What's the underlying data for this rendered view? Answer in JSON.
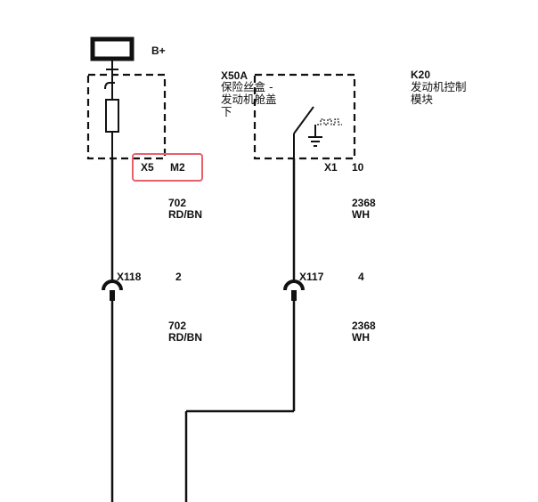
{
  "colors": {
    "line": "#111111",
    "highlight": "#e8606b",
    "background": "#ffffff"
  },
  "battery": {
    "label": "B+"
  },
  "fuse_box": {
    "connector": "X5",
    "pin": "M2"
  },
  "module_x50a": {
    "id": "X50A",
    "name_lines": [
      "保险丝盒 -",
      "发动机舱盖",
      "下"
    ],
    "connector": "X1",
    "pin": "10"
  },
  "module_k20": {
    "id": "K20",
    "name_lines": [
      "发动机控制",
      "模块"
    ]
  },
  "wire_left": {
    "upper": {
      "circuit": "702",
      "color": "RD/BN"
    },
    "lower": {
      "circuit": "702",
      "color": "RD/BN"
    },
    "inline_connector": {
      "id": "X118",
      "pin": "2"
    }
  },
  "wire_right": {
    "upper": {
      "circuit": "2368",
      "color": "WH"
    },
    "lower": {
      "circuit": "2368",
      "color": "WH"
    },
    "inline_connector": {
      "id": "X117",
      "pin": "4"
    }
  },
  "icons": {
    "battery": "battery-symbol-icon",
    "fuse": "fuse-icon",
    "relay_switch": "relay-switch-icon",
    "ground": "ground-icon",
    "connector_left": "inline-connector-icon",
    "connector_right": "inline-connector-icon"
  }
}
